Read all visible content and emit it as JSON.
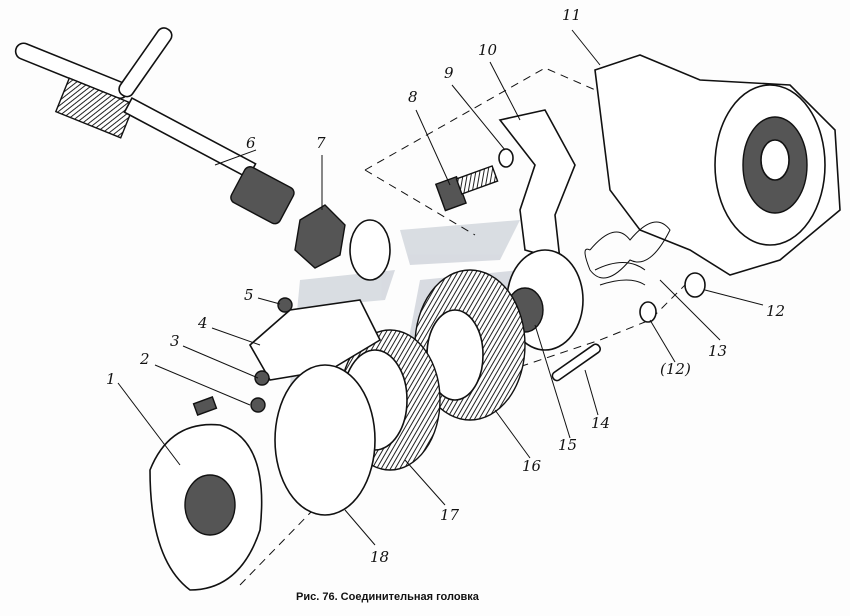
{
  "figure": {
    "caption": "Рис. 76. Соединительная головка",
    "labels": {
      "l1": "1",
      "l2": "2",
      "l3": "3",
      "l4": "4",
      "l5": "5",
      "l6": "6",
      "l7": "7",
      "l8": "8",
      "l9": "9",
      "l10": "10",
      "l11": "11",
      "l12": "12",
      "l12b": "(12)",
      "l13": "13",
      "l14": "14",
      "l15": "15",
      "l16": "16",
      "l17": "17",
      "l18": "18"
    }
  }
}
